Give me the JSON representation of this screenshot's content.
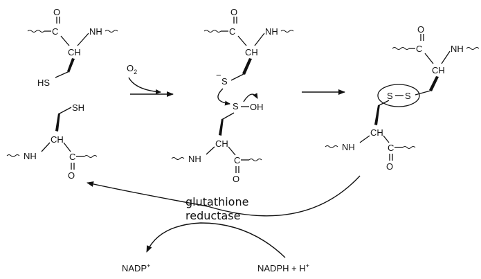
{
  "diagram": {
    "atoms": {
      "O": "O",
      "CH": "CH",
      "NH": "NH",
      "HS": "HS",
      "SH": "SH",
      "S": "S",
      "OH": "OH",
      "C": "C",
      "S_minus": "S",
      "minus": "−"
    },
    "reagent_o2": "O",
    "reagent_o2_sub": "2",
    "enzyme_line1": "glutathione",
    "enzyme_line2": "reductase",
    "cofactor_product": "NADP",
    "cofactor_product_sup": "+",
    "cofactor_substrate": "NADPH + H",
    "cofactor_substrate_sup": "+",
    "disulfide_label": "S–S"
  }
}
